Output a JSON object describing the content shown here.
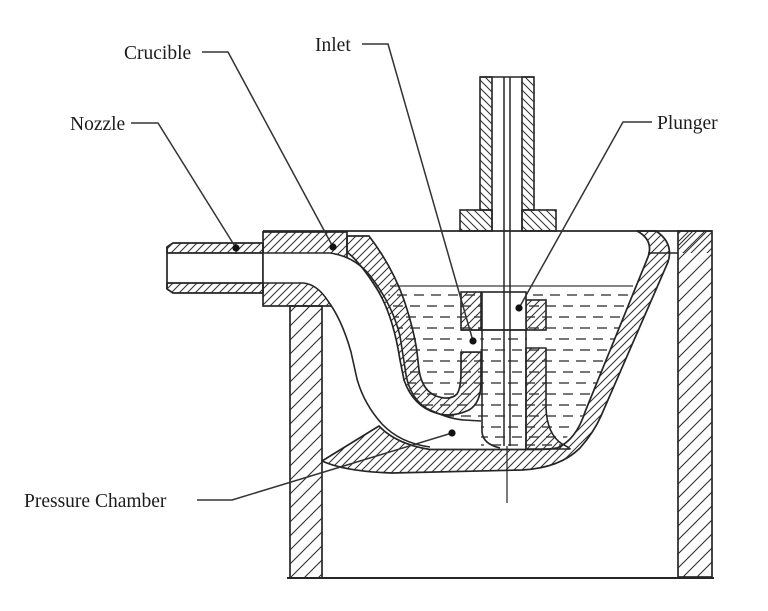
{
  "figure": {
    "labels": {
      "nozzle": "Nozzle",
      "crucible": "Crucible",
      "inlet": "Inlet",
      "plunger": "Plunger",
      "pressure_chamber": "Pressure Chamber"
    },
    "colors": {
      "ink": "#262626",
      "background": "#ffffff",
      "metal_dash": "#4a4a4a",
      "leader": "#333333",
      "dot": "#111111"
    }
  }
}
